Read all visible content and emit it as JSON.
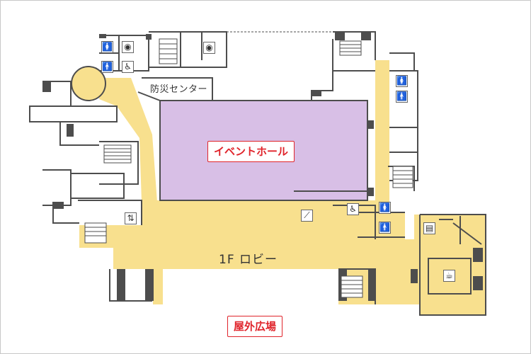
{
  "map": {
    "labels": {
      "disaster_center": "防災センター",
      "event_hall": "イベントホール",
      "lobby": "1F ロビー",
      "outdoor_plaza": "屋外広場"
    },
    "colors": {
      "corridor": "#f8e08e",
      "event_hall": "#d8bfe6",
      "walls": "#4d4d4d",
      "accent_red": "#e0242b",
      "restroom_men": "#1a4ca8",
      "restroom_women": "#d61a1a"
    },
    "icons": [
      {
        "name": "restroom-women-icon",
        "glyph": "🚺",
        "color": "#d61a1a"
      },
      {
        "name": "restroom-men-icon",
        "glyph": "🚹",
        "color": "#1a4ca8"
      },
      {
        "name": "wheelchair-icon",
        "glyph": "♿",
        "color": "#333333"
      },
      {
        "name": "elevator-icon",
        "glyph": "⇅",
        "color": "#333333"
      },
      {
        "name": "escalator-icon",
        "glyph": "⟋",
        "color": "#333333"
      },
      {
        "name": "locker-icon",
        "glyph": "▤",
        "color": "#333333"
      },
      {
        "name": "cafe-icon",
        "glyph": "☕",
        "color": "#333333"
      },
      {
        "name": "baby-room-icon",
        "glyph": "◉",
        "color": "#333333"
      }
    ]
  }
}
